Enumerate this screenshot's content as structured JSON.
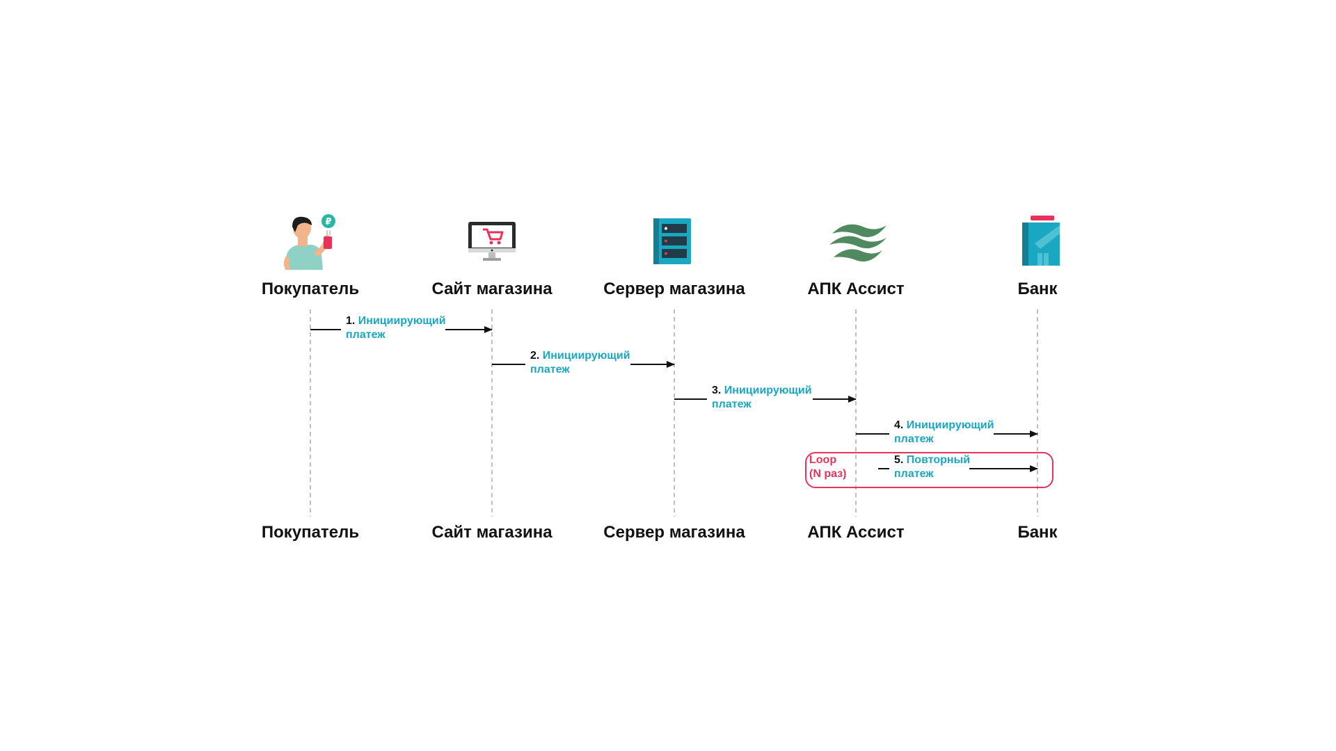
{
  "actors": [
    {
      "name": "Покупатель",
      "icon": "person-with-phone-icon"
    },
    {
      "name": "Сайт магазина",
      "icon": "monitor-cart-icon"
    },
    {
      "name": "Сервер магазина",
      "icon": "server-rack-icon"
    },
    {
      "name": "АПК Ассист",
      "icon": "assist-logo-icon"
    },
    {
      "name": "Банк",
      "icon": "bank-building-icon"
    }
  ],
  "messages": [
    {
      "num": "1.",
      "line1": "Инициирующий",
      "line2": "платеж",
      "from": 0,
      "to": 1
    },
    {
      "num": "2.",
      "line1": "Инициирующий",
      "line2": "платеж",
      "from": 1,
      "to": 2
    },
    {
      "num": "3.",
      "line1": "Инициирующий",
      "line2": "платеж",
      "from": 2,
      "to": 3
    },
    {
      "num": "4.",
      "line1": "Инициирующий",
      "line2": "платеж",
      "from": 3,
      "to": 4
    },
    {
      "num": "5.",
      "line1": "Повторный",
      "line2": "платеж",
      "from": 3,
      "to": 4
    }
  ],
  "loop": {
    "line1": "Loop",
    "line2": "(N раз)"
  },
  "colors": {
    "accent": "#1aa7c1",
    "loop": "#e8325c",
    "text": "#111111",
    "lifeline": "#aaaaaa",
    "assist_green": "#4f8a5e"
  }
}
